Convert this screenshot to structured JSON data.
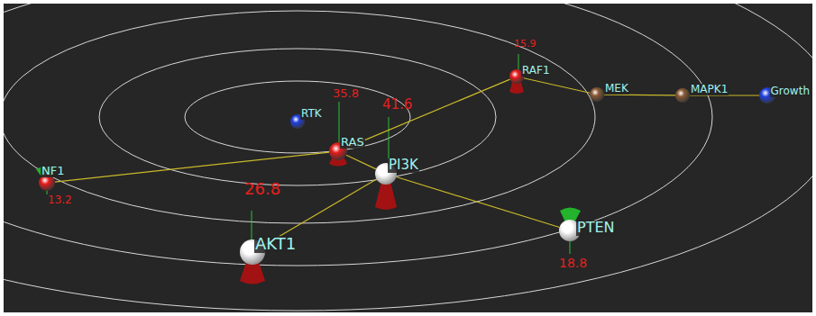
{
  "diagram": {
    "nodes": [
      {
        "text": [
          "RAF1",
          "15.9"
        ]
      },
      {
        "text": [
          "MEK"
        ]
      },
      {
        "text": [
          "MAPK1"
        ]
      },
      {
        "text": [
          "Growth"
        ]
      },
      {
        "text": [
          "RTK"
        ]
      },
      {
        "text": [
          "RAS",
          "35.8"
        ]
      },
      {
        "text": [
          "PI3K",
          "41.6"
        ]
      },
      {
        "text": [
          "NF1",
          "13.2"
        ]
      },
      {
        "text": [
          "AKT1",
          "26.8"
        ]
      },
      {
        "text": [
          "PTEN",
          "18.8"
        ]
      }
    ],
    "edges": [
      {
        "from": 7,
        "to": 5,
        "arrow": "none"
      },
      {
        "from": 5,
        "to": 0,
        "arrow": "none"
      },
      {
        "from": 5,
        "to": 6,
        "arrow": "none"
      },
      {
        "from": 6,
        "to": 8,
        "arrow": "none"
      },
      {
        "from": 6,
        "to": 9,
        "arrow": "none"
      },
      {
        "from": 0,
        "to": 1,
        "arrow": "none"
      },
      {
        "from": 1,
        "to": 2,
        "arrow": "none"
      },
      {
        "from": 2,
        "to": 3,
        "arrow": "none"
      }
    ]
  }
}
